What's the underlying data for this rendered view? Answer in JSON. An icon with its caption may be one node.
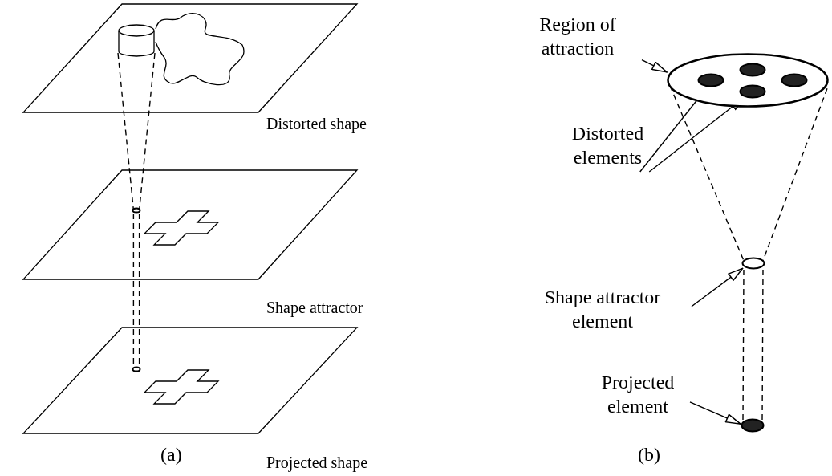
{
  "diagram": {
    "nodes": [
      {
        "text": [],
        "shape": "box",
        "beside": [
          "Distorted shape"
        ]
      },
      {
        "text": [],
        "shape": "cylinder",
        "in": 0
      },
      {
        "text": [],
        "shape": "box",
        "beside": [
          "Shape attractor"
        ]
      },
      {
        "text": [],
        "shape": "circle",
        "in": 2
      },
      {
        "text": [],
        "shape": "box",
        "beside": [
          "Projected shape"
        ]
      },
      {
        "text": [],
        "shape": "circle",
        "in": 4
      },
      {
        "text": [
          "Region of attraction"
        ]
      },
      {
        "text": [],
        "shape": "circle"
      },
      {
        "text": [],
        "shape": "circle",
        "in": 7
      },
      {
        "text": [],
        "shape": "circle",
        "in": 7
      },
      {
        "text": [],
        "shape": "circle",
        "in": 7
      },
      {
        "text": [],
        "shape": "circle",
        "in": 7
      },
      {
        "text": [
          "Distorted elements"
        ]
      },
      {
        "text": [
          "Shape attractor element"
        ]
      },
      {
        "text": [],
        "shape": "circle"
      },
      {
        "text": [
          "Projected element"
        ]
      },
      {
        "text": [],
        "shape": "circle"
      },
      {
        "text": [],
        "shape": "cloud",
        "in": 0
      },
      {
        "text": [],
        "shape": "cross",
        "in": 2
      },
      {
        "text": [],
        "shape": "cross",
        "in": 4
      }
    ],
    "edges": [
      {
        "from": 1,
        "to": 3,
        "arrow": "none",
        "style": "dashed"
      },
      {
        "from": 1,
        "to": 3,
        "arrow": "none",
        "style": "dashed"
      },
      {
        "from": 3,
        "to": 5,
        "arrow": "none",
        "style": "dashed"
      },
      {
        "from": 3,
        "to": 5,
        "arrow": "none",
        "style": "dashed"
      },
      {
        "from": 6,
        "to": 7,
        "arrow": "to"
      },
      {
        "from": 12,
        "to": 8,
        "arrow": "to"
      },
      {
        "from": 12,
        "to": 10,
        "arrow": "to"
      },
      {
        "from": 7,
        "to": 14,
        "arrow": "none",
        "style": "dashed"
      },
      {
        "from": 7,
        "to": 14,
        "arrow": "none",
        "style": "dashed"
      },
      {
        "from": 13,
        "to": 14,
        "arrow": "to"
      },
      {
        "from": 14,
        "to": 16,
        "arrow": "none",
        "style": "dashed"
      },
      {
        "from": 14,
        "to": 16,
        "arrow": "none",
        "style": "dashed"
      },
      {
        "from": 15,
        "to": 16,
        "arrow": "to"
      }
    ],
    "labels": [
      "(a)",
      "(b)"
    ]
  }
}
